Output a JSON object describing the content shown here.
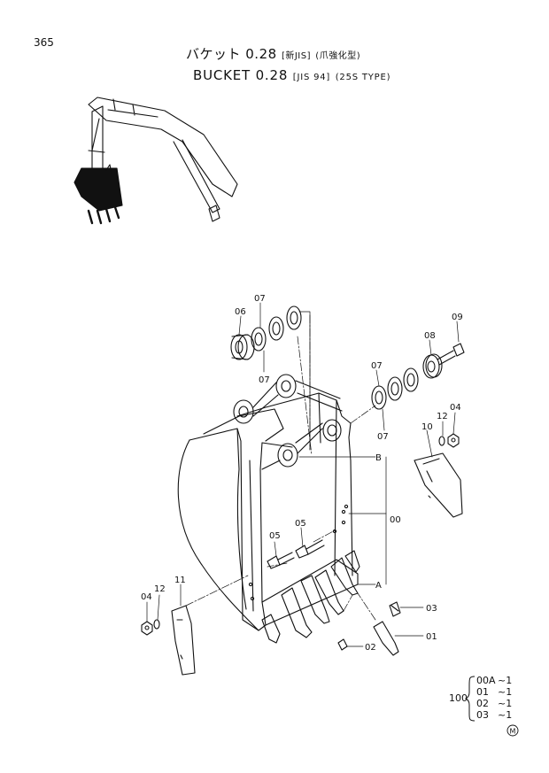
{
  "page_number": "365",
  "title": {
    "jp_main": "バケット 0.28",
    "jp_std": "[新JIS]",
    "jp_type": "(爪強化型)",
    "en_main": "BUCKET  0.28",
    "en_std": "[JIS 94]",
    "en_type": "(25S  TYPE)"
  },
  "callouts": {
    "p00": "00",
    "p01": "01",
    "p02": "02",
    "p03": "03",
    "p04a": "04",
    "p04b": "04",
    "p05a": "05",
    "p05b": "05",
    "p06": "06",
    "p07a": "07",
    "p07b": "07",
    "p07c": "07",
    "p07d": "07",
    "p08": "08",
    "p09": "09",
    "p10": "10",
    "p11": "11",
    "p12a": "12",
    "p12b": "12",
    "refA": "A",
    "refB": "B"
  },
  "assembly_table": {
    "parent": "100",
    "rows": [
      {
        "code": "00A",
        "qty": "~1"
      },
      {
        "code": "01",
        "qty": "~1"
      },
      {
        "code": "02",
        "qty": "~1"
      },
      {
        "code": "03",
        "qty": "~1"
      }
    ]
  },
  "mark": "M"
}
